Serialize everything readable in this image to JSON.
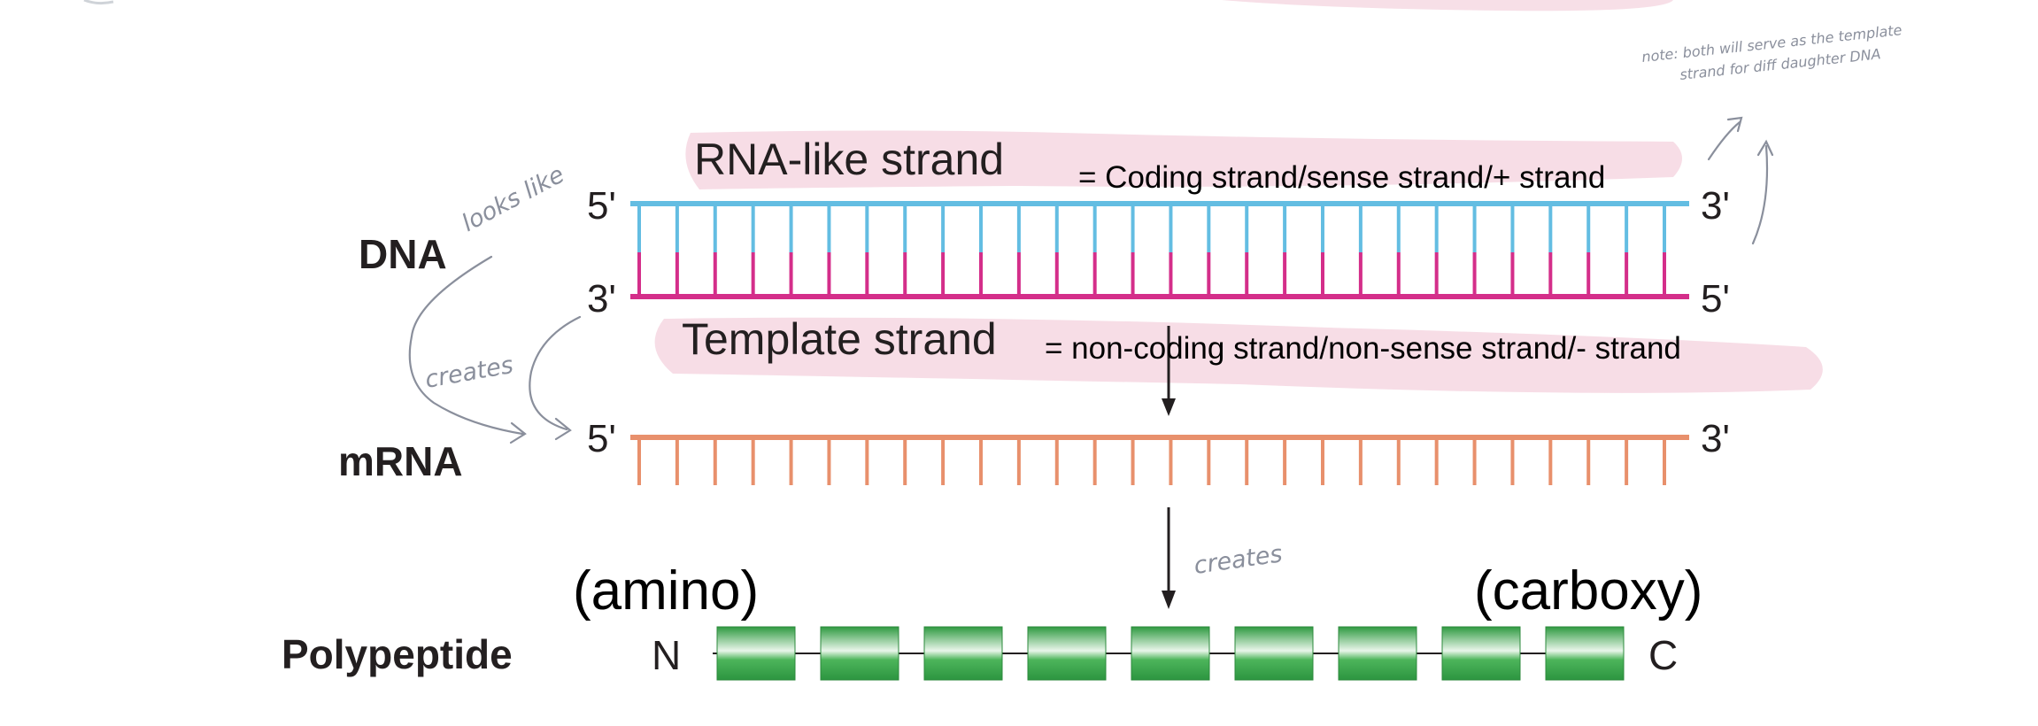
{
  "labels": {
    "dna": "DNA",
    "mrna": "mRNA",
    "polypeptide": "Polypeptide"
  },
  "ends": {
    "dna_top_left": "5'",
    "dna_top_right": "3'",
    "dna_bottom_left": "3'",
    "dna_bottom_right": "5'",
    "mrna_left": "5'",
    "mrna_right": "3'",
    "poly_left": "N",
    "poly_right": "C"
  },
  "strands": {
    "rna_like": "RNA-like strand",
    "coding_note": "= Coding strand/sense strand/+ strand",
    "template": "Template strand",
    "noncoding_note": "= non-coding strand/non-sense strand/- strand"
  },
  "terminals": {
    "amino": "(amino)",
    "carboxy": "(carboxy)"
  },
  "handwriting": {
    "looks_like": "looks like",
    "creates_1": "creates",
    "creates_2": "creates",
    "note_line1": "note: both will serve as the template",
    "note_line2": "strand for diff daughter DNA"
  },
  "counts": {
    "dna_base_pairs": 28,
    "mrna_bases": 28,
    "amino_acids": 9
  },
  "colors": {
    "coding_strand": "#63bde2",
    "template_strand": "#d42e8a",
    "mrna": "#e8906c",
    "amino_acid": "#3aa84a",
    "highlight": "#f3c9d8",
    "pen": "#8a8f9c",
    "text": "#231f20"
  }
}
